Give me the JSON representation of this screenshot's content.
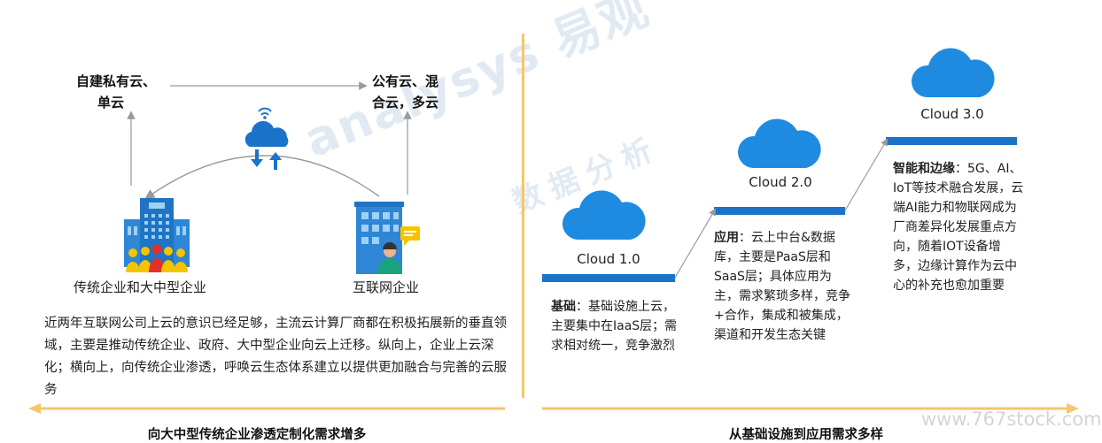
{
  "left": {
    "top_left_label_line1": "自建私有云、",
    "top_left_label_line2": "单云",
    "top_right_label_line1": "公有云、混",
    "top_right_label_line2": "合云，多云",
    "building_left_label": "传统企业和大中型企业",
    "building_right_label": "互联网企业",
    "paragraph": "近两年互联网公司上云的意识已经足够，主流云计算厂商都在积极拓展新的垂直领域，主要是推动传统企业、政府、大中型企业向云上迁移。纵向上，企业上云深化；横向上，向传统企业渗透，呼唤云生态体系建立以提供更加融合与完善的云服务",
    "caption": "向大中型传统企业渗透定制化需求增多"
  },
  "right": {
    "cloud1": {
      "label": "Cloud 1.0",
      "key": "基础",
      "text": "：基础设施上云，主要集中在IaaS层；需求相对统一，竞争激烈"
    },
    "cloud2": {
      "label": "Cloud 2.0",
      "key": "应用",
      "text": "：云上中台&数据库，主要是PaaS层和SaaS层；具体应用为主，需求繁琐多样，竞争+合作，集成和被集成，渠道和开发生态关键"
    },
    "cloud3": {
      "label": "Cloud 3.0",
      "key": "智能和边缘",
      "text": "：5G、AI、IoT等技术融合发展，云端AI能力和物联网成为厂商差异化发展重点方向，随着IOT设备增多，边缘计算作为云中心的补充也愈加重要"
    },
    "caption": "从基础设施到应用需求多样"
  },
  "watermark": {
    "brand": "analysys 易观",
    "slogan": "数据分析",
    "site": "www.767stock.com"
  },
  "colors": {
    "accent_blue": "#1a73c8",
    "cloud_blue": "#1f8be0",
    "divider_orange": "#f7c56a",
    "arrow_gray": "#9a9a9a"
  }
}
